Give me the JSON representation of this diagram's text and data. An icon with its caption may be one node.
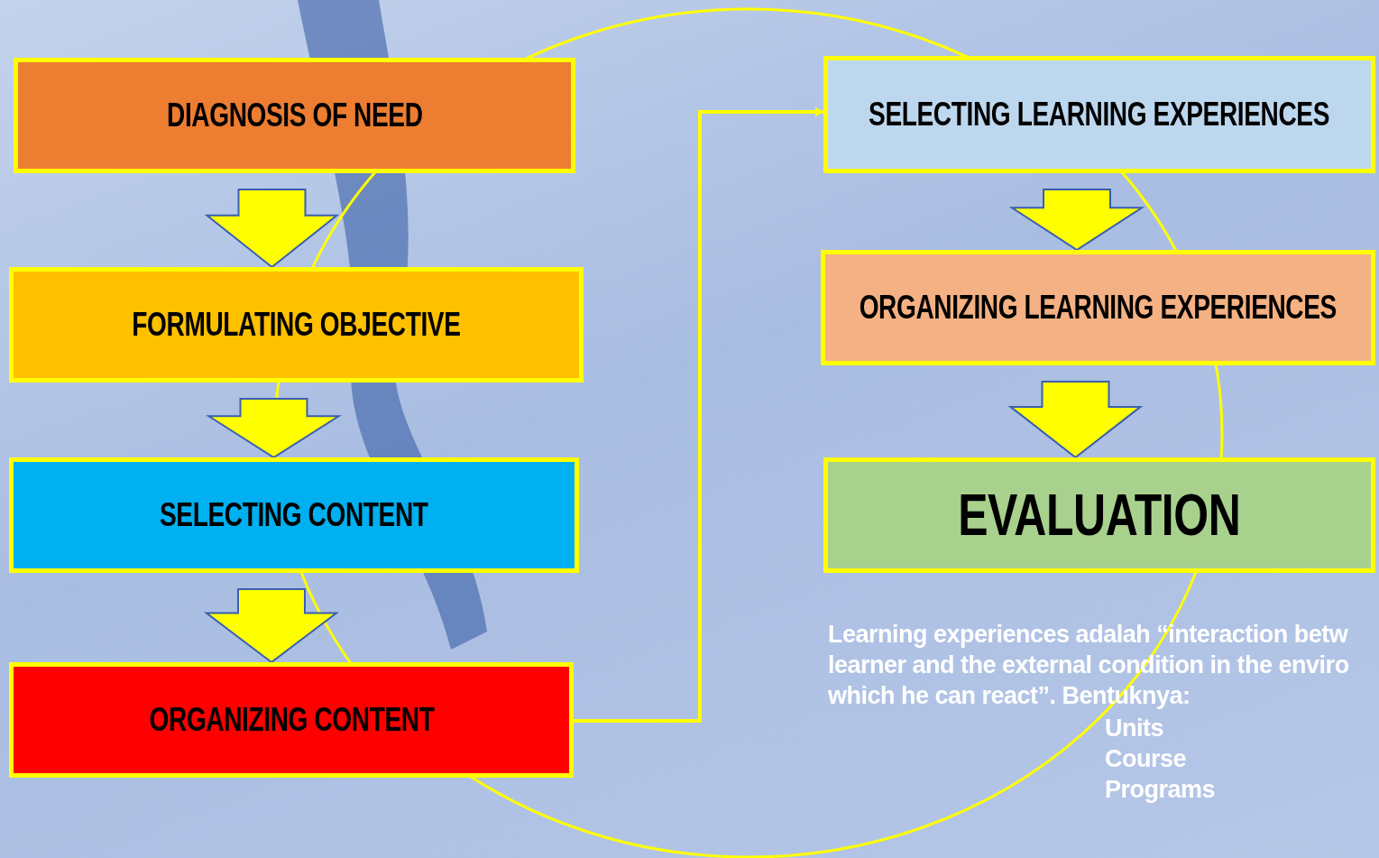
{
  "diagram": {
    "nodes": [
      {
        "text": [
          "DIAGNOSIS OF NEED"
        ]
      },
      {
        "text": [
          "FORMULATING OBJECTIVE"
        ]
      },
      {
        "text": [
          "SELECTING CONTENT"
        ]
      },
      {
        "text": [
          "ORGANIZING CONTENT"
        ]
      },
      {
        "text": [
          "SELECTING LEARNING EXPERIENCES"
        ]
      },
      {
        "text": [
          "ORGANIZING LEARNING EXPERIENCES"
        ]
      },
      {
        "text": [
          "EVALUATION"
        ]
      }
    ],
    "edges": [
      {
        "from": 0,
        "to": 1,
        "arrow": "to",
        "style": "thick"
      },
      {
        "from": 1,
        "to": 2,
        "arrow": "to",
        "style": "thick"
      },
      {
        "from": 2,
        "to": 3,
        "arrow": "to",
        "style": "thick"
      },
      {
        "from": 3,
        "to": 4,
        "arrow": "to"
      },
      {
        "from": 4,
        "to": 5,
        "arrow": "to",
        "style": "thick"
      },
      {
        "from": 5,
        "to": 6,
        "arrow": "to",
        "style": "thick"
      }
    ],
    "labels": [
      "Learning experiences adalah “interaction betw learner and the external condition in the enviro which he can react”. Bentuknya:",
      "Units",
      "Course",
      "Programs"
    ]
  }
}
